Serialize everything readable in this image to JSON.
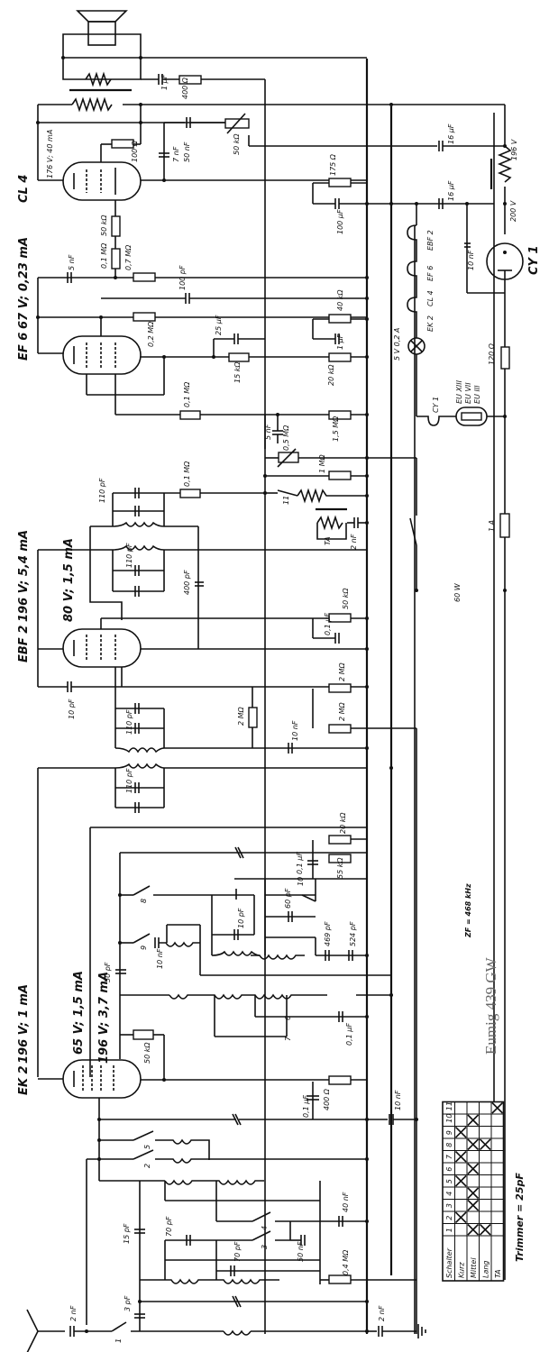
{
  "title": "Eumig 439 GW",
  "intermediate_frequency": "ZF = 468 kHz",
  "trimmer_note": "Trimmer = 25pF",
  "power_note": "60 W",
  "tubes": [
    {
      "id": "CL4",
      "label": "CL 4",
      "operating_point": "176 V; 40 mA"
    },
    {
      "id": "EF6",
      "label": "EF 6",
      "operating_point": "67 V; 0,23 mA"
    },
    {
      "id": "EBF2",
      "label": "EBF 2",
      "operating_point": "196 V; 5,4 mA",
      "screen": "80 V; 1,5 mA"
    },
    {
      "id": "EK2",
      "label": "EK 2",
      "operating_point": "196 V; 1 mA",
      "grid2": "65 V; 1,5 mA",
      "anode": "196 V; 3,7 mA"
    },
    {
      "id": "CY1",
      "label": "CY 1"
    }
  ],
  "power_supply": {
    "voltages": [
      "196 V",
      "200 V"
    ],
    "electrolytics": [
      "16 µF",
      "16 µF",
      "100 µF"
    ],
    "series_resistors": [
      "175 Ω",
      "120 Ω"
    ],
    "fuse": "1 A",
    "pilot_lamp": "5 V 0,2 A",
    "heater_chain": [
      "EBF 2",
      "EF 6",
      "CL 4",
      "EK 2"
    ],
    "rectifier_label": "CY 1",
    "barretter": [
      "EU XIII",
      "EU VII",
      "EU III"
    ]
  },
  "labels": {
    "c_1uf": "1 µF",
    "r_400": "400 Ω",
    "r_100": "100 Ω",
    "c_7nf": "7 nF",
    "c_50nf_cl4": "50 nF",
    "pot_50k": "50 kΩ",
    "r_50k_cl4": "50 kΩ",
    "r_01m_a": "0,1 MΩ",
    "r_07m": "0,7 MΩ",
    "c_5nf_a": "5 nF",
    "c_100pf_ef6": "100 pF",
    "r_02m": "0,2 MΩ",
    "c_25uf": "25 µF",
    "r_15k": "15 kΩ",
    "r_40k": "40 kΩ",
    "c_1uf_b": "1 µF",
    "r_20k": "20 kΩ",
    "r_01m_b": "0,1 MΩ",
    "c_5nf_b": "5 nF",
    "pot_05m": "0,5 MΩ",
    "r_1m": "1 MΩ",
    "r_15m": "1,5 MΩ",
    "r_01m_c": "0,1 MΩ",
    "sw11": "11",
    "c_2nf_ta": "2 nF",
    "ta": "TA",
    "c_110pf_a": "110 pF",
    "c_110pf_b": "110 pF",
    "c_400pf": "400 pF",
    "r_50k_ebf": "50 kΩ",
    "c_01_ebf": "0,1 µF",
    "c_10pf": "10 pF",
    "c_110pf_c": "110 pF",
    "c_110pf_d": "110 pF",
    "r_2m_a": "2 MΩ",
    "r_2m_b": "2 MΩ",
    "r_2m_c": "2 MΩ",
    "c_10nf_a": "10 nF",
    "r_20k_b": "20 kΩ",
    "r_55k": "55 kΩ",
    "c_01uf_c": "0,1 µF",
    "sw8": "8",
    "sw9": "9",
    "sw10": "10",
    "c_10pf_b": "10 pF",
    "c_60pf": "60 pF",
    "c_469pf": "469 pF",
    "c_524pf": "524 pF",
    "c_10nf_b": "10 nF",
    "c_50pf": "50 pF",
    "r_50k_ek2": "50 kΩ",
    "sw6": "6",
    "sw7": "7",
    "c_01uf_d": "0,1 µF",
    "c_01uf_e": "0,1 µF",
    "r_400_b": "400 Ω",
    "c_10nf_c": "10 nF",
    "sw5": "5",
    "sw2": "2",
    "sw4": "4",
    "sw3": "3",
    "sw1": "1",
    "c_15pf": "15 pF",
    "c_70pf_a": "70 pF",
    "c_70pf_b": "70 pF",
    "c_50nf_b": "50 nF",
    "c_40nf": "40 nF",
    "r_04m": "0,4 MΩ",
    "c_2nf_ant": "2 nF",
    "c_3pf": "3 pF",
    "c_2nf_gnd": "2 nF"
  },
  "switch_table": {
    "header": "Schalter",
    "columns": [
      "1",
      "2",
      "3",
      "4",
      "5",
      "6",
      "7",
      "8",
      "9",
      "10",
      "11"
    ],
    "rows": [
      {
        "name": "Kurz",
        "closed": [
          "2",
          "5",
          "7",
          "9"
        ]
      },
      {
        "name": "Mittel",
        "closed": [
          "1",
          "3",
          "4",
          "6",
          "8",
          "10"
        ]
      },
      {
        "name": "Lang",
        "closed": [
          "1",
          "8"
        ]
      },
      {
        "name": "TA",
        "closed": [
          "11"
        ]
      }
    ]
  }
}
